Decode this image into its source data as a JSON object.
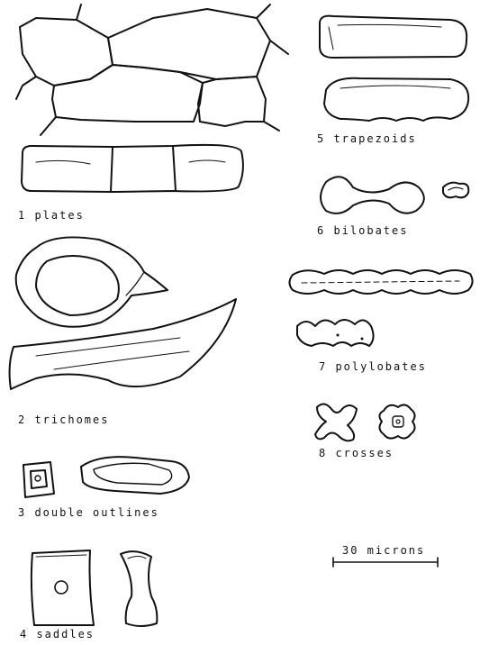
{
  "labels": {
    "plates": "1 plates",
    "trichomes": "2 trichomes",
    "double_outlines": "3 double outlines",
    "saddles": "4 saddles",
    "trapezoids": "5 trapezoids",
    "bilobates": "6 bilobates",
    "polylobates": "7 polylobates",
    "crosses": "8 crosses"
  },
  "scale_bar": {
    "label": "30 microns"
  },
  "colors": {
    "ink": "#111111",
    "paper": "#ffffff"
  }
}
